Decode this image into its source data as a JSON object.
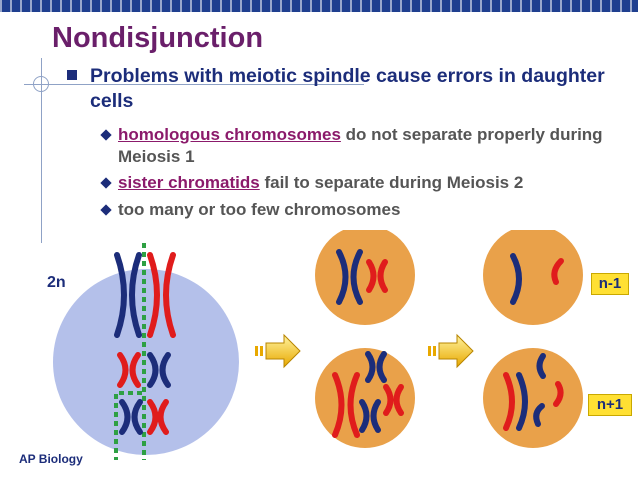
{
  "title": "Nondisjunction",
  "bullet": "Problems with meiotic spindle cause errors in daughter cells",
  "sub_bullets": [
    {
      "highlight": "homologous chromosomes",
      "rest": " do not separate properly during Meiosis 1"
    },
    {
      "highlight": "sister chromatids",
      "rest": " fail to separate during Meiosis 2"
    },
    {
      "highlight": "",
      "rest": "too many or too few chromosomes"
    }
  ],
  "diagram": {
    "parent_label": "2n",
    "labels": [
      "n-1",
      "n+1"
    ]
  },
  "footer": "AP Biology",
  "colors": {
    "title": "#6a1f6a",
    "text": "#1c2d7a",
    "highlight": "#8b1a6b",
    "parent_cell": "#b4c0ea",
    "daughter_cell": "#e9a14a",
    "chrom_blue": "#1c2d7a",
    "chrom_red": "#e01c1c",
    "spindle": "#2ea043",
    "tag": "#ffe033"
  }
}
